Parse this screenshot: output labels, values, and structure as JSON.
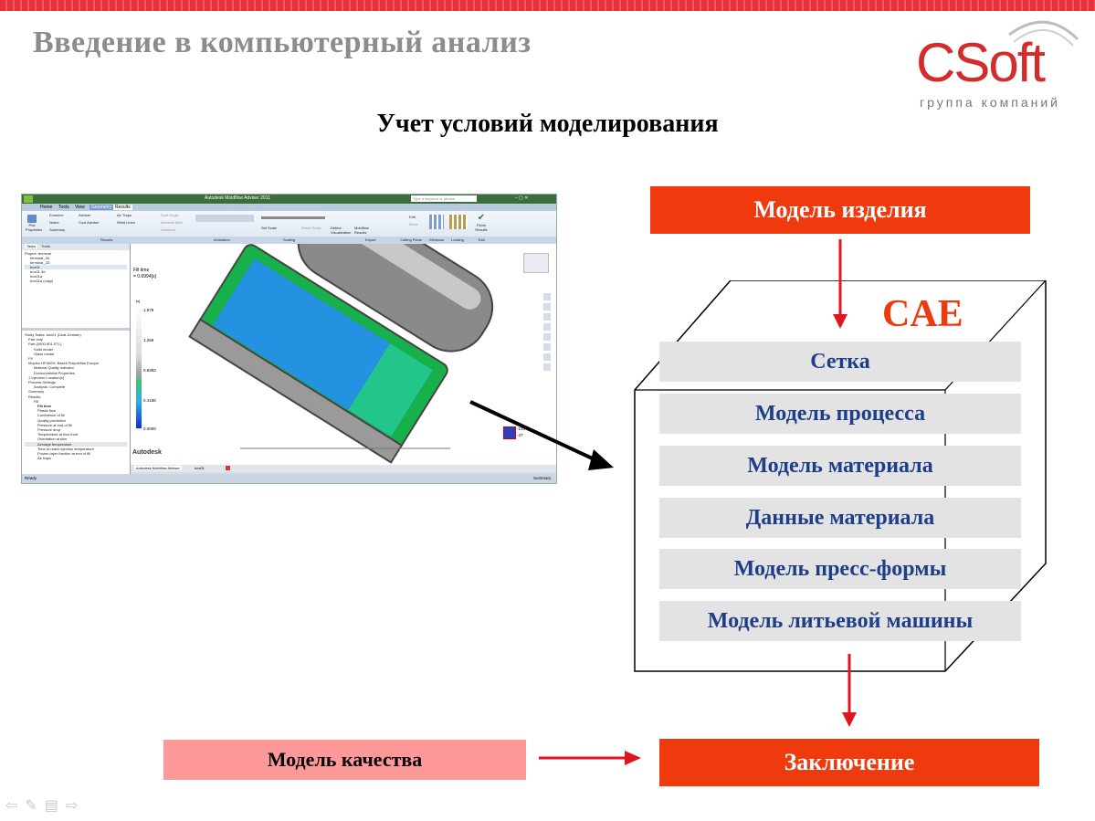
{
  "header": {
    "title": "Введение в компьютерный анализ"
  },
  "logo": {
    "word": "CSoft",
    "sub": "группа компаний"
  },
  "subtitle": "Учет условий моделирования",
  "screenshot": {
    "app_title": "Autodesk Moldflow Adviser 2011",
    "menu_tabs": [
      "Home",
      "Tools",
      "View",
      "Geometry",
      "Results"
    ],
    "ribbon_groups": [
      "Results",
      "Animation",
      "Scaling",
      "Export",
      "Cutting Plane",
      "Windows",
      "Locking",
      "Exit"
    ],
    "ribbon_buttons": [
      "Plot Properties",
      "Examine",
      "Adviser",
      "Notes",
      "Cool Adviser",
      "Summary",
      "Air Traps",
      "Weld Lines",
      "Draft Angle",
      "Nominal Wall",
      "Undercut",
      "Set Scale",
      "Reset Scale",
      "Defect Visualization",
      "Moldflow Results",
      "Edit",
      "Move",
      "Finish Results"
    ],
    "panel_tabs": [
      "Tasks",
      "Tools"
    ],
    "project_items": [
      "Project: terminal",
      "terminal_3d",
      "terminal_2D",
      "box01",
      "box01 3d",
      "box01a",
      "box01a (copy)"
    ],
    "study_items": [
      "Study Tasks: box01 (Dual-Domain)",
      "Part only",
      "Part (0000-501.STL)",
      "Solid model",
      "Glass model",
      "PX",
      "Moplen HP400H: Basell Polyolefins Europe",
      "Material Quality indicator",
      "Environmental Properties",
      "1 Injection Location(s)",
      "Process Settings",
      "Analysis: Complete",
      "Summary",
      "Results",
      "Fill",
      "Fill time",
      "Plastic flow",
      "Confidence of fill",
      "Quality prediction",
      "Pressure at end of fill",
      "Pressure drop",
      "Temperature at flow front",
      "Orientation at skin",
      "Average temperature",
      "Time to reach ejection temperature",
      "Frozen layer fraction at end of fill",
      "Air traps"
    ],
    "result_title": "Fill time",
    "result_value": "= 0.6994[s]",
    "legend_unit": "[s]",
    "legend_values": [
      "1.678",
      "1.259",
      "0.8392",
      "0.4196",
      "0.0000"
    ],
    "brand": "Autodesk",
    "status": "Ready",
    "status_right": "Summary",
    "bottom_tabs": [
      "Autodesk Moldflow Adviser",
      "box01"
    ],
    "axis_values": [
      "-133",
      "-47"
    ],
    "search_placeholder": "Type a keyword or phrase"
  },
  "flow": {
    "input_label": "Модель изделия",
    "cae_label": "CAE",
    "items": [
      "Сетка",
      "Модель процесса",
      "Модель материала",
      "Данные материала",
      "Модель пресс-формы",
      "Модель литьевой машины"
    ],
    "output_label": "Заключение",
    "quality_label": "Модель качества"
  },
  "nav": {
    "icons": [
      "prev-icon",
      "pen-icon",
      "menu-icon",
      "next-icon"
    ]
  },
  "colors": {
    "accent_red": "#ee3a0c",
    "item_text": "#1f3e8a",
    "item_bg": "#e3e3e3",
    "quality_bg": "#ff9898",
    "title_gray": "#8c8c8c"
  }
}
